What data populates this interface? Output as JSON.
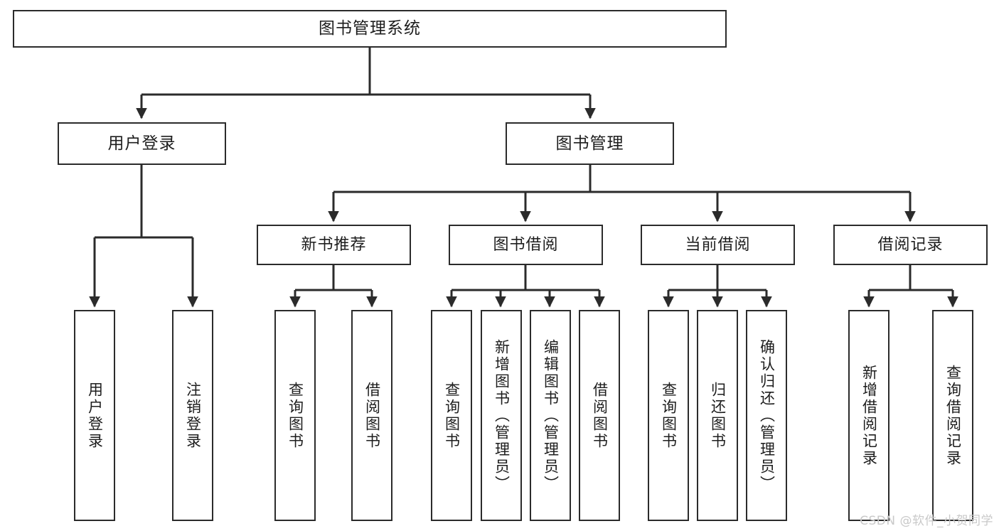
{
  "diagram": {
    "title": "图书管理系统",
    "type": "tree-hierarchy-chart",
    "watermark": "CSDN @软件_小贺同学",
    "colors": {
      "box_border": "#2b2b2b",
      "box_fill": "#ffffff",
      "connector": "#2b2b2b",
      "text": "#1d1d1d",
      "watermark": "#c9c9c9",
      "background": "#ffffff"
    },
    "nodes": {
      "root": {
        "label": "图书管理系统"
      },
      "level2": [
        {
          "id": "user-login",
          "label": "用户登录"
        },
        {
          "id": "book-management",
          "label": "图书管理"
        }
      ],
      "level3": [
        {
          "id": "new-book-recommend",
          "label": "新书推荐"
        },
        {
          "id": "book-borrow",
          "label": "图书借阅"
        },
        {
          "id": "current-borrow",
          "label": "当前借阅"
        },
        {
          "id": "borrow-record",
          "label": "借阅记录"
        }
      ],
      "leaves": {
        "user-login": [
          {
            "id": "leaf-user-login",
            "label": "用户登录"
          },
          {
            "id": "leaf-logout-login",
            "label": "注销登录"
          }
        ],
        "new-book-recommend": [
          {
            "id": "leaf-query-book-1",
            "label": "查询图书"
          },
          {
            "id": "leaf-borrow-book-1",
            "label": "借阅图书"
          }
        ],
        "book-borrow": [
          {
            "id": "leaf-query-book-2",
            "label": "查询图书"
          },
          {
            "id": "leaf-add-book-admin",
            "label": "新增图书（管理员）"
          },
          {
            "id": "leaf-edit-book-admin",
            "label": "编辑图书（管理员）"
          },
          {
            "id": "leaf-borrow-book-2",
            "label": "借阅图书"
          }
        ],
        "current-borrow": [
          {
            "id": "leaf-query-book-3",
            "label": "查询图书"
          },
          {
            "id": "leaf-return-book",
            "label": "归还图书"
          },
          {
            "id": "leaf-confirm-return-admin",
            "label": "确认归还（管理员）"
          }
        ],
        "borrow-record": [
          {
            "id": "leaf-add-borrow-record",
            "label": "新增借阅记录"
          },
          {
            "id": "leaf-query-borrow-record",
            "label": "查询借阅记录"
          }
        ]
      }
    }
  }
}
